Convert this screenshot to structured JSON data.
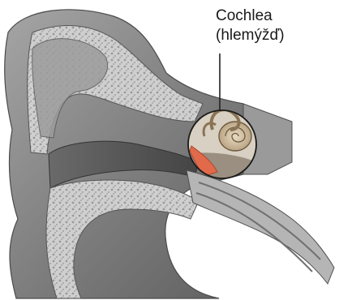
{
  "label": {
    "title": "Cochlea",
    "subtitle": "(hlemýžď)"
  },
  "colors": {
    "tissue": "#8d8d8d",
    "tissue_dark": "#5a5a5a",
    "bone": "#c9c9c9",
    "cochlea_fill": "#c7b69a",
    "membrane": "#e06a4a",
    "leader": "#222222"
  },
  "icons": [
    "ear-cross-section-illustration",
    "cochlea-highlight-circle"
  ]
}
